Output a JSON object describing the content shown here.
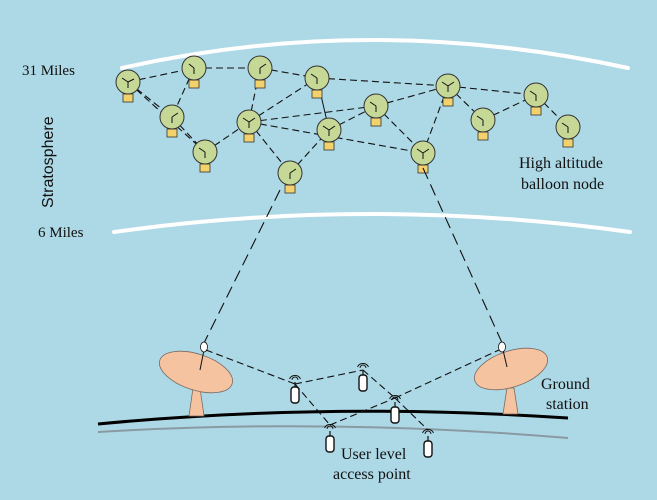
{
  "colors": {
    "background": "#add8e6",
    "sky_arc": "#ffffff",
    "balloon_fill": "#c5d896",
    "balloon_stroke": "#333333",
    "payload_fill": "#f3d16b",
    "dish_fill": "#f6c3a0",
    "ground_line": "#000000"
  },
  "labels": {
    "upper_altitude": "31 Miles",
    "lower_altitude": "6 Miles",
    "layer_name": "Stratosphere",
    "balloon_label_line1": "High altitude",
    "balloon_label_line2": "balloon node",
    "ground_station_line1": "Ground",
    "ground_station_line2": "station",
    "access_point_line1": "User level",
    "access_point_line2": "access point"
  },
  "icons": {
    "balloon": "balloon-node-icon",
    "dish": "satellite-dish-icon",
    "access_point": "wireless-access-point-icon"
  }
}
